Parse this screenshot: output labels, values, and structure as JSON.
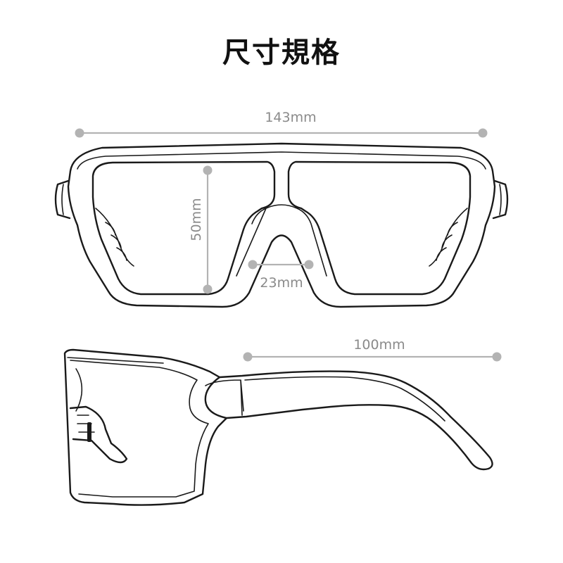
{
  "title": "尺寸規格",
  "dimensions": {
    "total_width": "143mm",
    "lens_height": "50mm",
    "bridge_width": "23mm",
    "temple_length": "100mm"
  },
  "colors": {
    "text": "#111111",
    "dimension_line": "#b3b3b3",
    "dimension_text": "#8a8a8a",
    "line_art": "#1a1a1a"
  }
}
